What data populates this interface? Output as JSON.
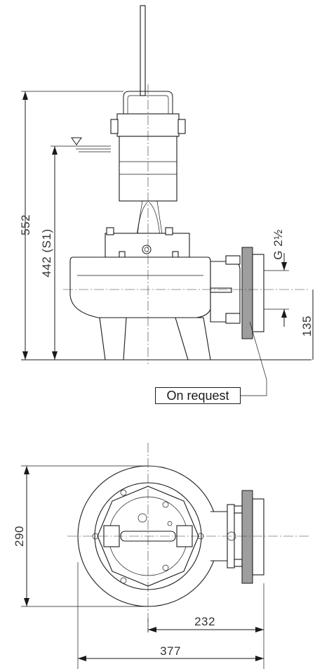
{
  "dimensions": {
    "overall_height": "552",
    "water_level": "442 (S1)",
    "outlet_thread": "G 2½",
    "outlet_height": "135",
    "width_plan": "290",
    "outlet_offset": "232",
    "overall_length": "377"
  },
  "note": {
    "label": "On request"
  }
}
